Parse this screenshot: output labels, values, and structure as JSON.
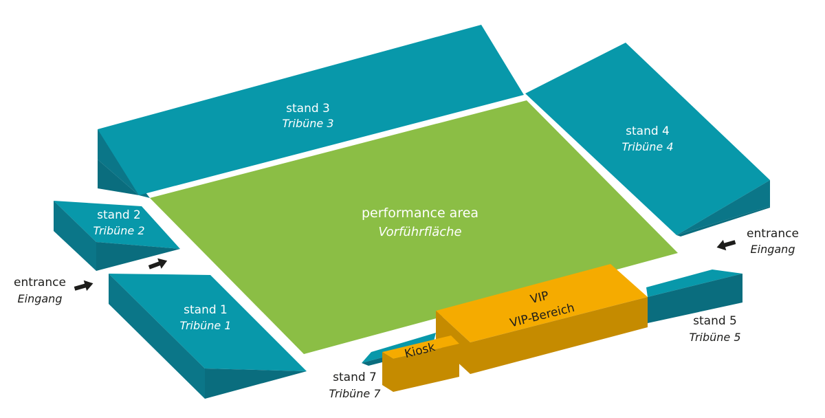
{
  "colors": {
    "stand_top": "#0898aa",
    "stand_side": "#0b7688",
    "stand_front": "#0a6d7e",
    "performance_area": "#8bbe45",
    "vip_top": "#f5ab00",
    "vip_side": "#c58b00",
    "text_light": "#ffffff",
    "text_dark": "#1d1d1b",
    "arrow": "#1d1d1b"
  },
  "performance_area": {
    "label": "performance area",
    "label_de": "Vorführfläche"
  },
  "stands": [
    {
      "id": "stand3",
      "label": "stand 3",
      "label_de": "Tribüne 3"
    },
    {
      "id": "stand4",
      "label": "stand 4",
      "label_de": "Tribüne 4"
    },
    {
      "id": "stand2",
      "label": "stand 2",
      "label_de": "Tribüne 2"
    },
    {
      "id": "stand1",
      "label": "stand 1",
      "label_de": "Tribüne 1"
    },
    {
      "id": "stand5",
      "label": "stand 5",
      "label_de": "Tribüne 5"
    },
    {
      "id": "stand7",
      "label": "stand 7",
      "label_de": "Tribüne 7"
    }
  ],
  "vip": {
    "label": "VIP",
    "label_de": "VIP-Bereich"
  },
  "kiosk": {
    "label": "Kiosk"
  },
  "entrances": [
    {
      "id": "entrance-left",
      "label": "entrance",
      "label_de": "Eingang",
      "arrow": "arrow-right-icon"
    },
    {
      "id": "entrance-right",
      "label": "entrance",
      "label_de": "Eingang",
      "arrow": "arrow-left-icon"
    },
    {
      "id": "entrance-middle",
      "arrow": "arrow-right-icon"
    }
  ]
}
